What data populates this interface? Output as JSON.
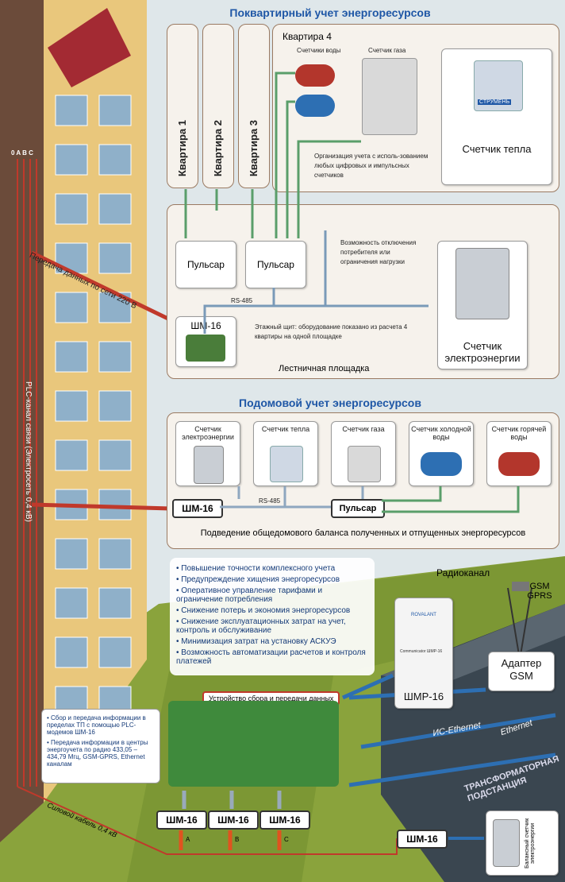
{
  "top_title": "Поквартирный учет энергоресурсов",
  "apartments": [
    "Квартира 1",
    "Квартира 2",
    "Квартира 3"
  ],
  "apartment4": {
    "title": "Квартира 4",
    "water_label": "Счетчики воды",
    "gas_label": "Счетчик газа",
    "heat_label": "Счетчик тепла",
    "heat_brand": "СТРУМЕНЬ",
    "note": "Организация учета с исполь-зованием любых цифровых и импульсных счетчиков"
  },
  "landing": {
    "pulsar1": "Пульсар",
    "pulsar2": "Пульсар",
    "shm16": "ШМ-16",
    "rs485": "RS-485",
    "disconnect_note": "Возможность отключения потребителя или ограничения нагрузки",
    "floor_note": "Этажный щит: оборудование показано из расчета 4 квартиры на одной площадке",
    "elec_label": "Счетчик электроэнергии",
    "footer": "Лестничная площадка"
  },
  "plc_transfer": "Передача данных по сети 220 В",
  "phase_labels": "0 A B C",
  "plc_channel": "PLC-канал связи (Электросеть 0,4 кВ)",
  "house_title": "Подомовой учет энергоресурсов",
  "house": {
    "meters": [
      "Счетчик электроэнергии",
      "Счетчик тепла",
      "Счетчик газа",
      "Счетчик холодной воды",
      "Счетчик горячей воды"
    ],
    "shm16": "ШМ-16",
    "rs485": "RS-485",
    "pulsar": "Пульсар",
    "footer": "Подведение общедомового баланса полученных и отпущенных энергоресурсов"
  },
  "benefits": [
    "Повышение точности комплексного учета",
    "Предупреждение хищения энергоресурсов",
    "Оперативное управление тарифами и ограничение потребления",
    "Снижение потерь и экономия энергоресурсов",
    "Снижение эксплуатационных затрат на учет, контроль и обслуживание",
    "Минимизация затрат на установку АСКУЭ",
    "Возможность автоматизации расчетов и контроля платежей"
  ],
  "radio": "Радиоканал",
  "gsm_top": "GSM GPRS",
  "modem": {
    "brand": "ROVALANT",
    "model": "Communicator ШМР-16",
    "label": "ШМР-16"
  },
  "adapter": "Адаптер GSM",
  "collector_title": "Устройство сбора и передачи данных",
  "info_bullets": [
    "Сбор и передача информации в пределах ТП с помощью PLC-модемов ШМ-16",
    "Передача информации в центры энергоучета по радио 433,05 – 434,79 Мгц, GSM-GPRS, Ethernet каналам"
  ],
  "ethernet1": "ИС-Ethernet",
  "ethernet2": "Ethernet",
  "substation": "ТРАНСФОРМАТОРНАЯ ПОДСТАНЦИЯ",
  "bottom_shm": [
    "ШМ-16",
    "ШМ-16",
    "ШМ-16"
  ],
  "phases": [
    "A",
    "B",
    "C"
  ],
  "sub_shm": "ШМ-16",
  "balance_meter": "Балансный счетчик электроэнергии",
  "power_cable": "Силовой кабель 0,4 кВ"
}
